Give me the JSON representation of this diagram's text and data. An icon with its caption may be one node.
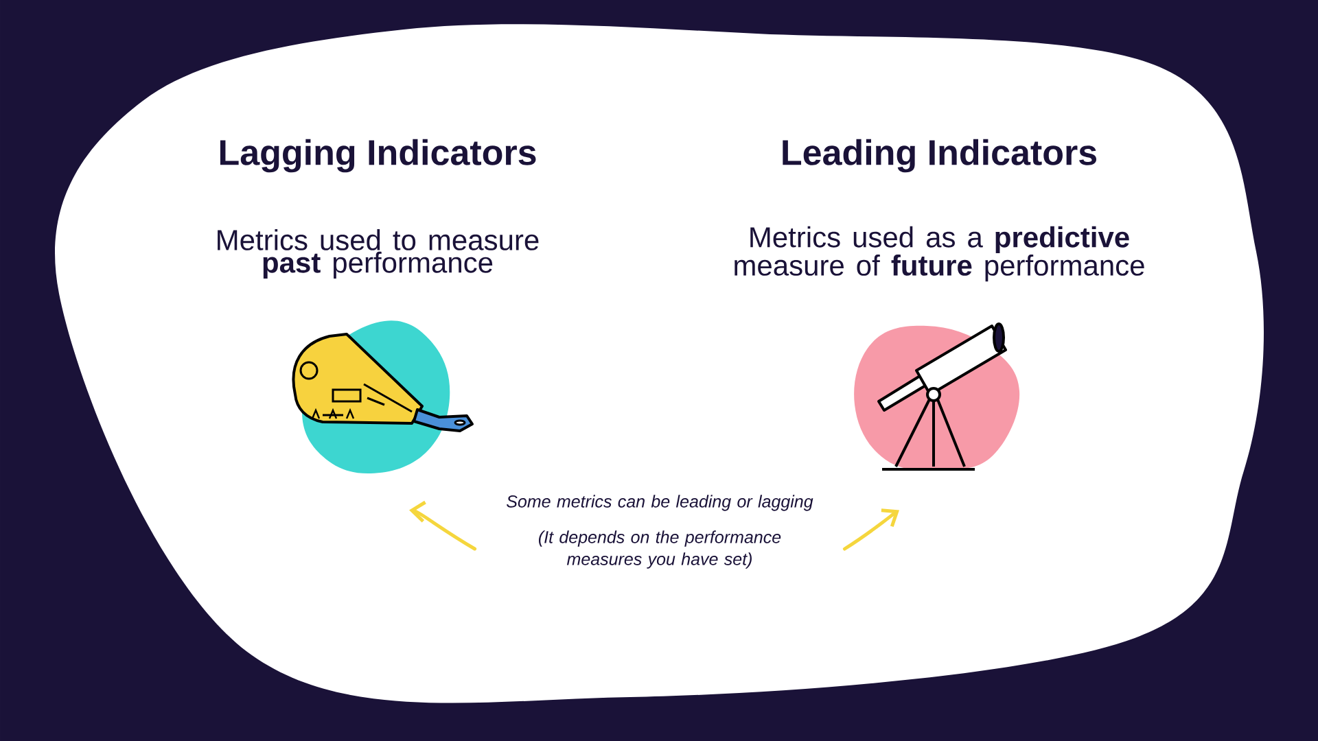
{
  "diagram": {
    "nodes": [
      {
        "text": [],
        "shape": "picture"
      },
      {
        "text": [],
        "shape": "picture"
      },
      {
        "text": [
          "Some metrics can be leading or lagging",
          "(It depends on the performance measures you have set)"
        ]
      }
    ],
    "edges": [
      {
        "from": 2,
        "to": 0,
        "arrow": "to"
      },
      {
        "from": 2,
        "to": 1,
        "arrow": "to"
      }
    ],
    "labels": [
      "Lagging Indicators",
      "Leading Indicators",
      "Metrics used to measure **past** performance",
      "Metrics used as a **predictive** measure of **future** performance"
    ]
  }
}
